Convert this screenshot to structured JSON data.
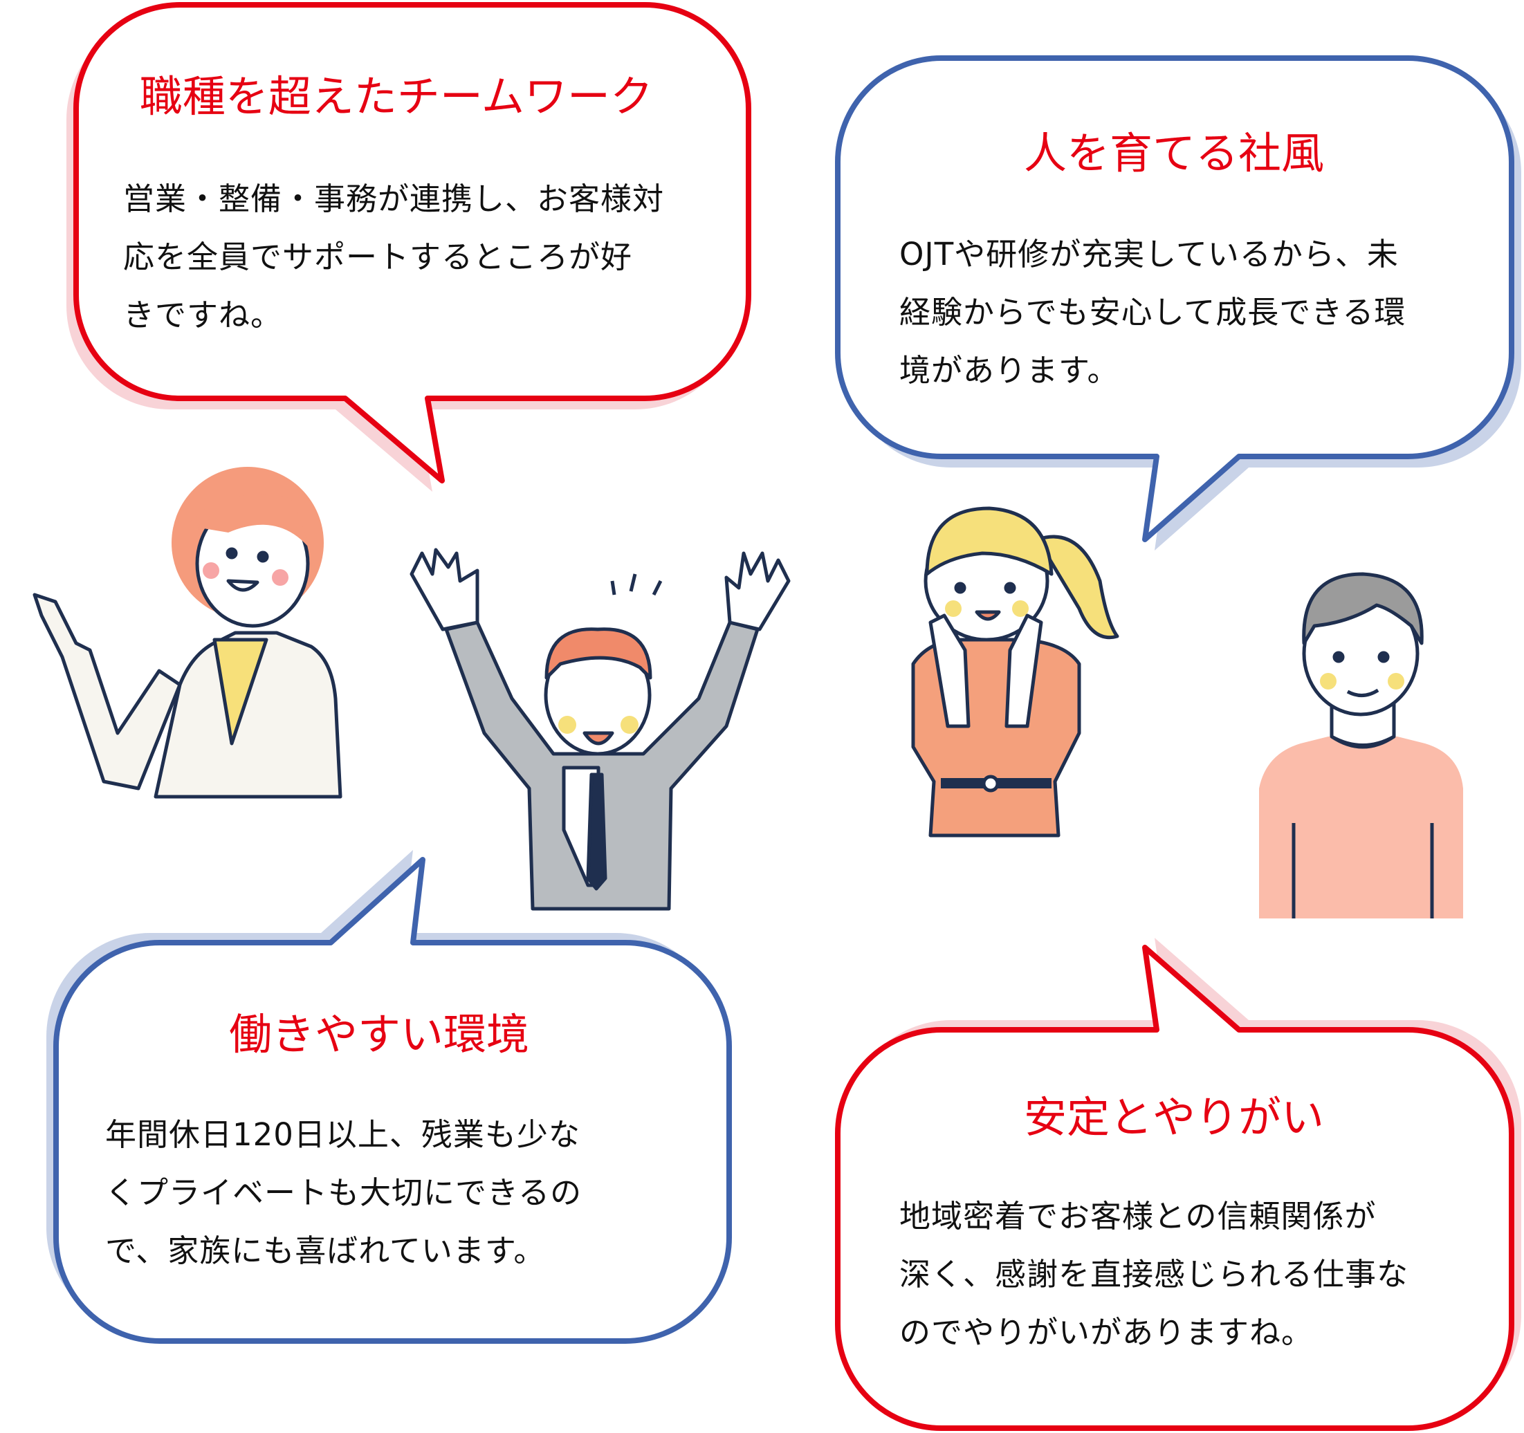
{
  "colors": {
    "red": "#e60012",
    "blue": "#3f63ad",
    "red_shadow": "#f8d3d7",
    "blue_shadow": "#c9d3e8"
  },
  "bubbles": [
    {
      "title": "職種を超えたチームワーク",
      "lines": [
        "営業・整備・事務が連携し、お客様対",
        "応を全員でサポートするところが好",
        "きですね。"
      ]
    },
    {
      "title": "人を育てる社風",
      "lines": [
        "OJTや研修が充実しているから、未",
        "経験からでも安心して成長できる環",
        "境があります。"
      ]
    },
    {
      "title": "働きやすい環境",
      "lines": [
        "年間休日120日以上、残業も少な",
        "くプライベートも大切にできるの",
        "で、家族にも喜ばれています。"
      ]
    },
    {
      "title": "安定とやりがい",
      "lines": [
        "地域密着でお客様との信頼関係が",
        "深く、感謝を直接感じられる仕事な",
        "のでやりがいがありますね。"
      ]
    }
  ]
}
